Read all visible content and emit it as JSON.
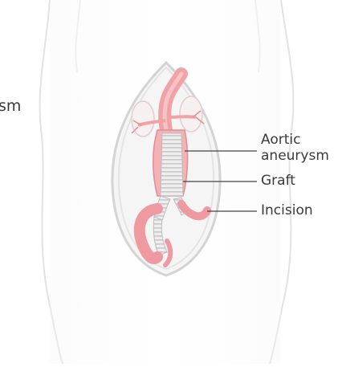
{
  "labels": {
    "cut_off_left": "sm",
    "aortic_aneurysm_line1": "Aortic",
    "aortic_aneurysm_line2": "aneurysm",
    "graft": "Graft",
    "incision": "Incision"
  },
  "colors": {
    "body_outline": "#e3e3e3",
    "incision_fill": "#f4f4f4",
    "incision_outline": "#d6d6d6",
    "vessel": "#f2a3a7",
    "vessel_dark": "#e0868c",
    "graft": "#ececec",
    "graft_stripe": "#c7c7c7",
    "leader_line": "#444444",
    "text": "#3a3a3a"
  }
}
